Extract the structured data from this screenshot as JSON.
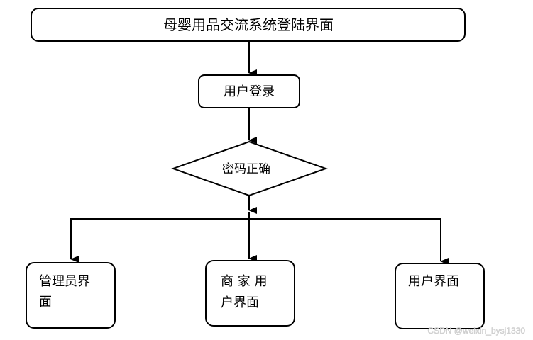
{
  "diagram": {
    "nodes": {
      "title": "母婴用品交流系统登陆界面",
      "login": "用户登录",
      "check": "密码正确",
      "admin_line1": "管理员界",
      "admin_line2": "面",
      "merchant_line1": "商 家 用",
      "merchant_line2": "户界面",
      "user": "用户界面"
    },
    "watermark": "CSDN @weixin_bysj1330"
  }
}
